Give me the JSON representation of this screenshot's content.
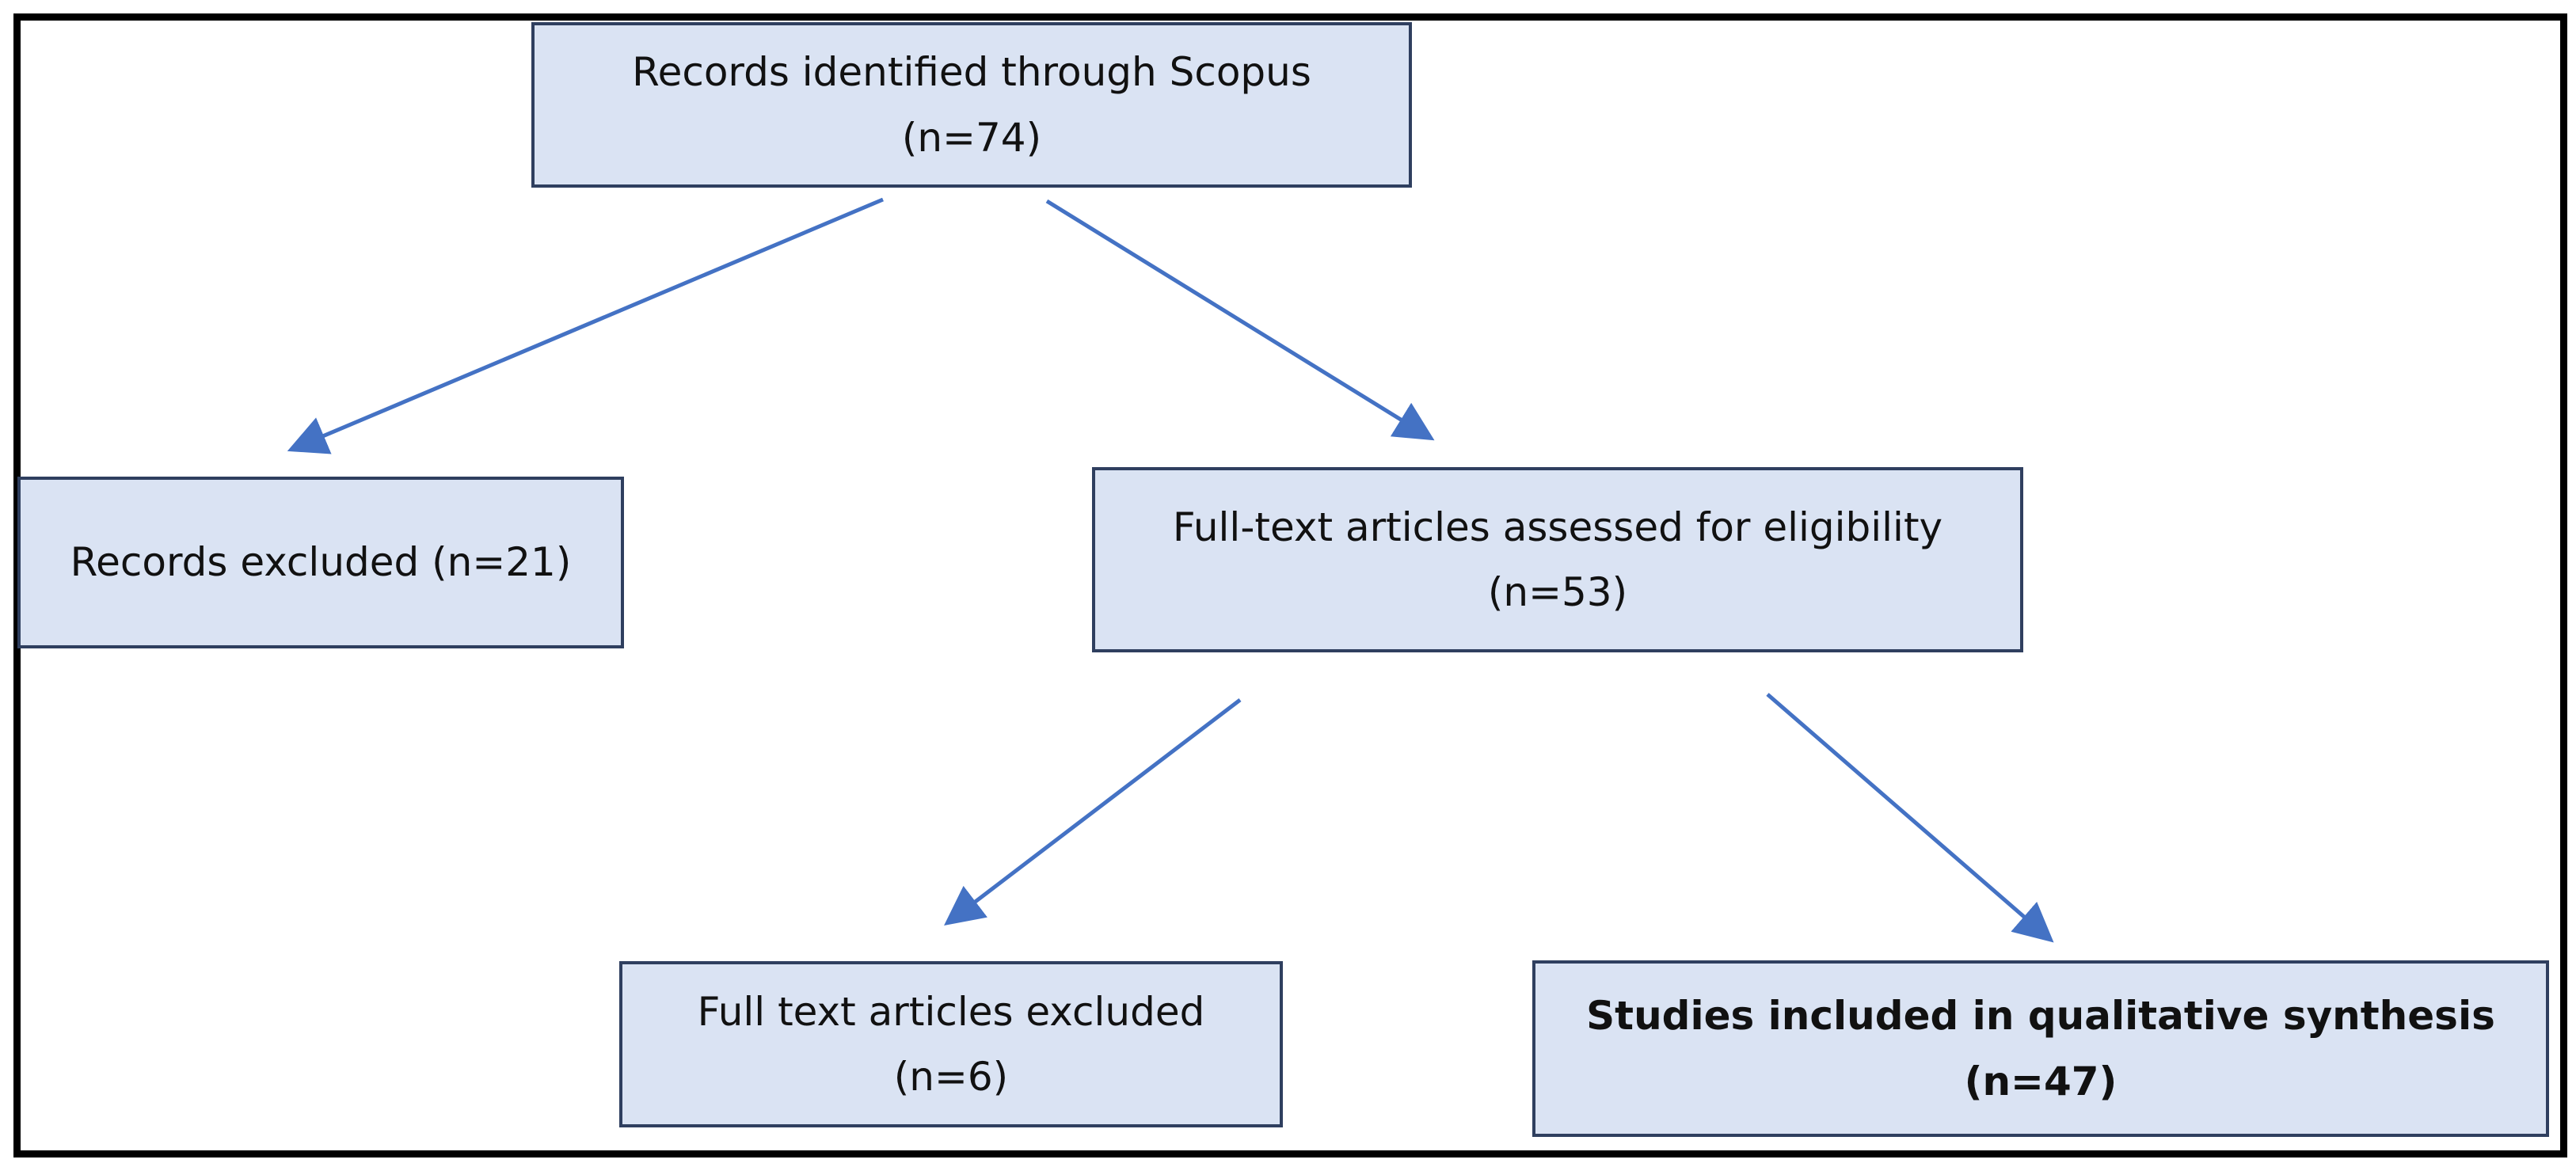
{
  "boxes": {
    "identified": {
      "line1": "Records identified through Scopus",
      "line2": "(n=74)"
    },
    "excluded": {
      "line1": "Records excluded (n=21)"
    },
    "assessed": {
      "line1": "Full-text articles assessed for eligibility",
      "line2": "(n=53)"
    },
    "ft_excluded": {
      "line1": "Full text articles excluded",
      "line2": "(n=6)"
    },
    "included": {
      "line1": "Studies included in qualitative synthesis",
      "line2": "(n=47)"
    }
  },
  "colors": {
    "box_fill": "#dae3f3",
    "box_border": "#2f3f5f",
    "arrow": "#4472c4",
    "frame": "#000000"
  }
}
